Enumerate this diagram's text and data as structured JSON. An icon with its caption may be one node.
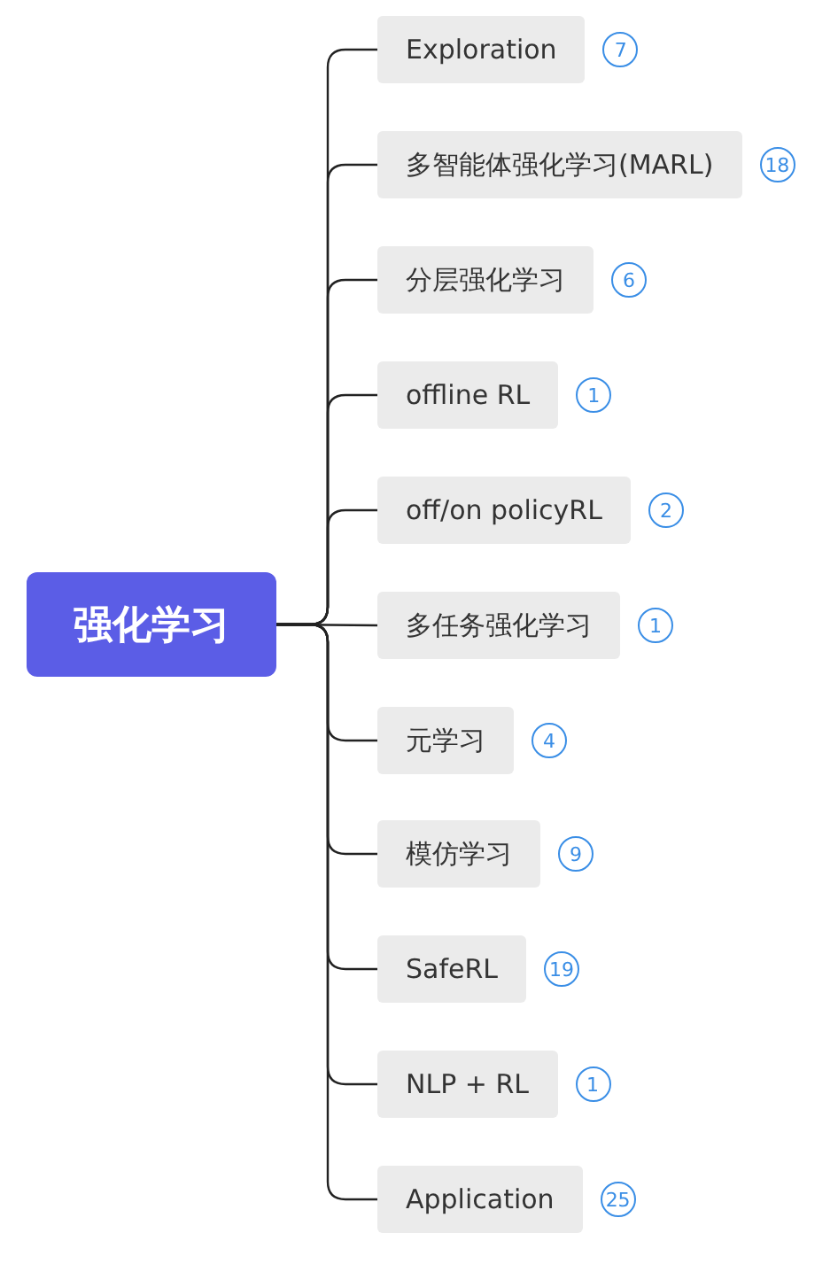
{
  "diagram": {
    "nodes": [
      {
        "text": [
          "强化学习"
        ]
      },
      {
        "text": [
          "Exploration"
        ],
        "beside": [
          "7"
        ]
      },
      {
        "text": [
          "多智能体强化学习(MARL)"
        ],
        "beside": [
          "18"
        ]
      },
      {
        "text": [
          "分层强化学习"
        ],
        "beside": [
          "6"
        ]
      },
      {
        "text": [
          "offline RL"
        ],
        "beside": [
          "1"
        ]
      },
      {
        "text": [
          "off/on policyRL"
        ],
        "beside": [
          "2"
        ]
      },
      {
        "text": [
          "多任务强化学习"
        ],
        "beside": [
          "1"
        ]
      },
      {
        "text": [
          "元学习"
        ],
        "beside": [
          "4"
        ]
      },
      {
        "text": [
          "模仿学习"
        ],
        "beside": [
          "9"
        ]
      },
      {
        "text": [
          "SafeRL"
        ],
        "beside": [
          "19"
        ]
      },
      {
        "text": [
          "NLP + RL"
        ],
        "beside": [
          "1"
        ]
      },
      {
        "text": [
          "Application"
        ],
        "beside": [
          "25"
        ]
      }
    ],
    "edges": [
      {
        "from": 0,
        "to": 1,
        "arrow": "none"
      },
      {
        "from": 0,
        "to": 2,
        "arrow": "none"
      },
      {
        "from": 0,
        "to": 3,
        "arrow": "none"
      },
      {
        "from": 0,
        "to": 4,
        "arrow": "none"
      },
      {
        "from": 0,
        "to": 5,
        "arrow": "none"
      },
      {
        "from": 0,
        "to": 6,
        "arrow": "none"
      },
      {
        "from": 0,
        "to": 7,
        "arrow": "none"
      },
      {
        "from": 0,
        "to": 8,
        "arrow": "none"
      },
      {
        "from": 0,
        "to": 9,
        "arrow": "none"
      },
      {
        "from": 0,
        "to": 10,
        "arrow": "none"
      },
      {
        "from": 0,
        "to": 11,
        "arrow": "none"
      }
    ]
  }
}
